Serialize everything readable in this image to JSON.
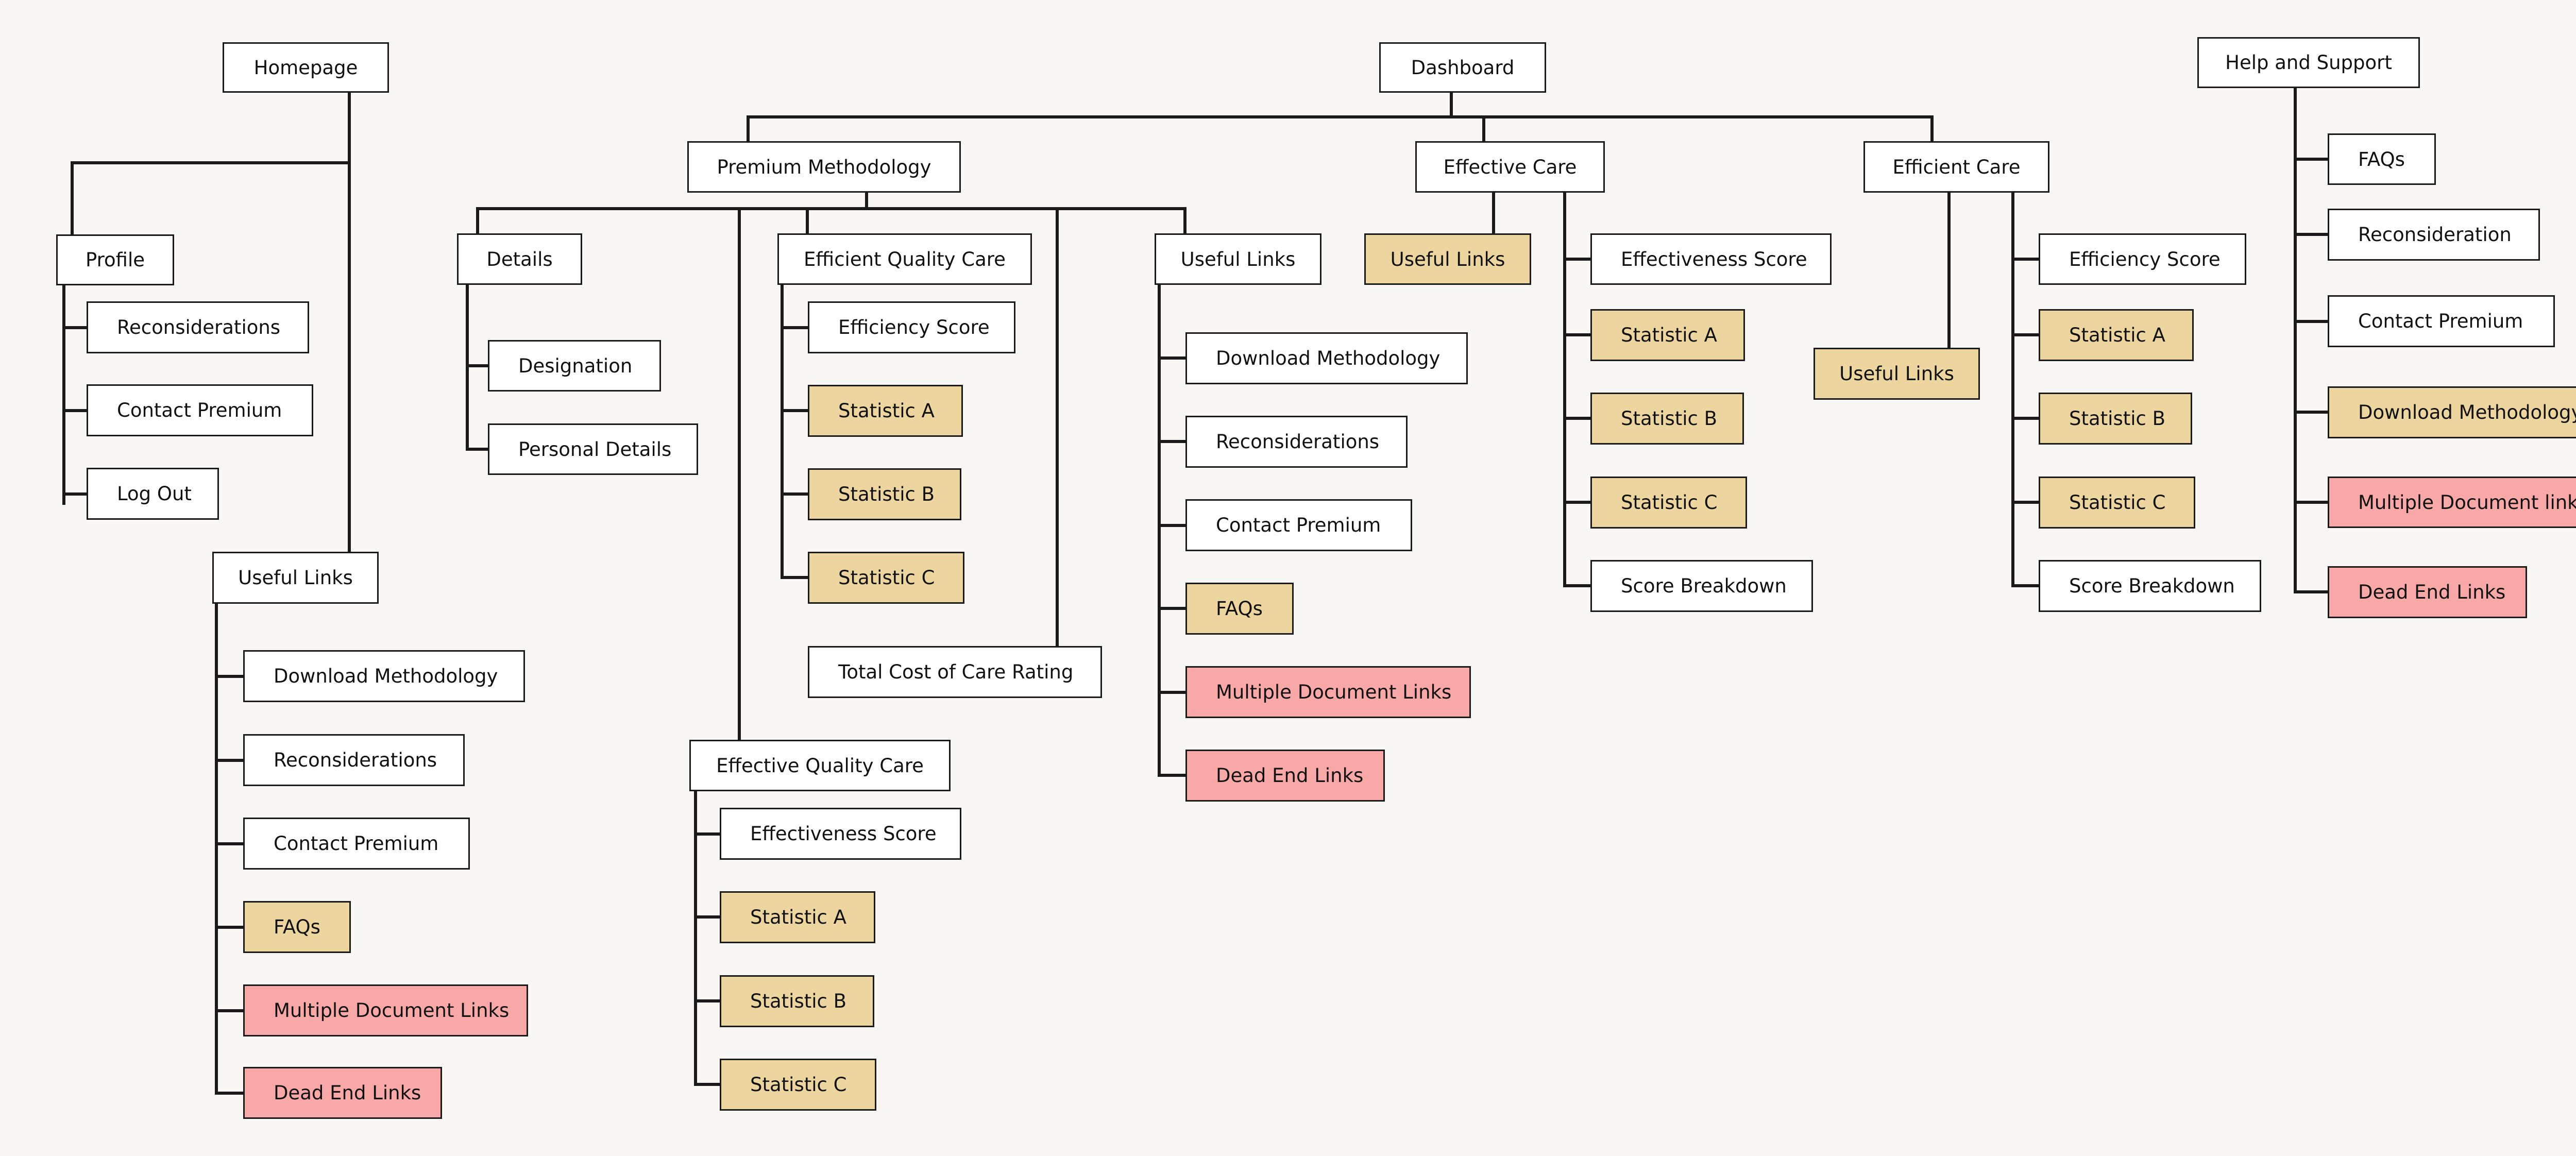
{
  "colors": {
    "background": "#f9f7f3",
    "node_default": "#ffffff",
    "node_highlight": "#ecd59e",
    "node_warning": "#f9a8a8",
    "line": "#1a1a1a"
  },
  "nodes": {
    "homepage": "Homepage",
    "profile": "Profile",
    "profile_reconsiderations": "Reconsiderations",
    "profile_contact_premium": "Contact Premium",
    "profile_log_out": "Log Out",
    "home_useful_links": "Useful Links",
    "home_ul_download": "Download Methodology",
    "home_ul_reconsiderations": "Reconsiderations",
    "home_ul_contact": "Contact Premium",
    "home_ul_faqs": "FAQs",
    "home_ul_multiple_docs": "Multiple Document Links",
    "home_ul_dead_end": "Dead End Links",
    "dashboard": "Dashboard",
    "premium_methodology": "Premium Methodology",
    "details": "Details",
    "designation": "Designation",
    "personal_details": "Personal Details",
    "efficient_quality_care": "Efficient Quality Care",
    "eqc_efficiency_score": "Efficiency Score",
    "eqc_stat_a": "Statistic A",
    "eqc_stat_b": "Statistic B",
    "eqc_stat_c": "Statistic C",
    "total_cost": "Total Cost of Care Rating",
    "effective_quality_care": "Effective Quality Care",
    "efq_effectiveness_score": "Effectiveness Score",
    "efq_stat_a": "Statistic A",
    "efq_stat_b": "Statistic B",
    "efq_stat_c": "Statistic C",
    "pm_useful_links": "Useful Links",
    "pm_ul_download": "Download Methodology",
    "pm_ul_reconsiderations": "Reconsiderations",
    "pm_ul_contact": "Contact Premium",
    "pm_ul_faqs": "FAQs",
    "pm_ul_multiple_docs": "Multiple Document Links",
    "pm_ul_dead_end": "Dead End Links",
    "effective_care": "Effective Care",
    "ec_useful_links": "Useful Links",
    "ec_effectiveness_score": "Effectiveness Score",
    "ec_stat_a": "Statistic A",
    "ec_stat_b": "Statistic B",
    "ec_stat_c": "Statistic C",
    "ec_score_breakdown": "Score Breakdown",
    "efficient_care": "Efficient Care",
    "efc_useful_links": "Useful Links",
    "efc_efficiency_score": "Efficiency Score",
    "efc_stat_a": "Statistic A",
    "efc_stat_b": "Statistic B",
    "efc_stat_c": "Statistic C",
    "efc_score_breakdown": "Score Breakdown",
    "help_support": "Help and Support",
    "hs_faqs": "FAQs",
    "hs_reconsideration": "Reconsideration",
    "hs_contact": "Contact Premium",
    "hs_download": "Download Methodology",
    "hs_multiple_docs": "Multiple Document links",
    "hs_dead_end": "Dead End Links"
  }
}
